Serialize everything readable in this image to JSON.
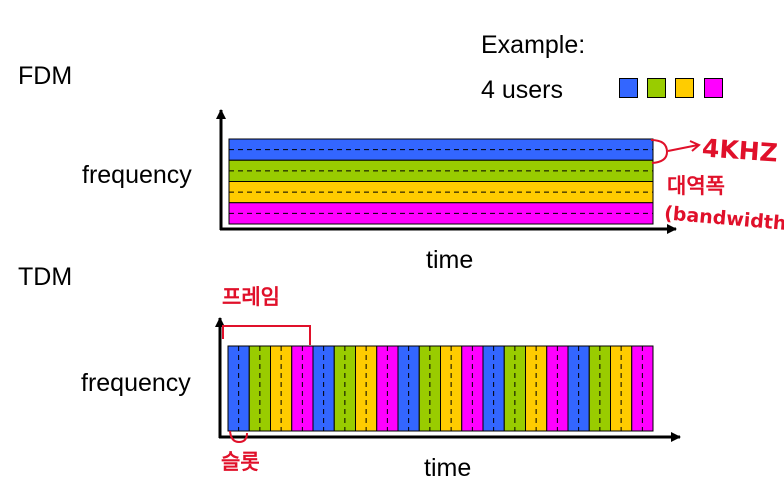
{
  "headings": {
    "fdm": "FDM",
    "tdm": "TDM"
  },
  "example": {
    "title": "Example:",
    "users": "4 users"
  },
  "fdm_axes": {
    "y_label": "frequency",
    "x_label": "time"
  },
  "tdm_axes": {
    "y_label": "frequency",
    "x_label": "time"
  },
  "users": [
    {
      "color": "#3366ff"
    },
    {
      "color": "#99cc00"
    },
    {
      "color": "#ffcc00"
    },
    {
      "color": "#ff00ff"
    }
  ],
  "tdm_slot_count": 20,
  "annotations": {
    "bandwidth_value": "4KHZ",
    "bandwidth_korean": "대역폭",
    "bandwidth_english": "(bandwidth)",
    "frame_korean": "프레임",
    "slot_korean": "슬롯"
  }
}
